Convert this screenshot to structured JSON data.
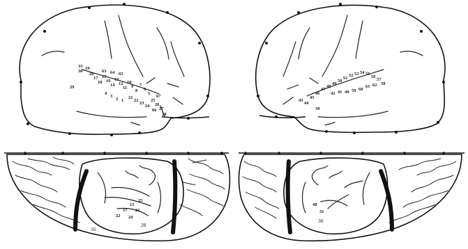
{
  "figure": {
    "top_left_labels": [
      "29",
      "33",
      "30",
      "19",
      "20",
      "17",
      "18",
      "15",
      "16",
      "14",
      "13",
      "12",
      "11",
      "10",
      "9",
      "8",
      "7",
      "6",
      "5",
      "4",
      "3",
      "2",
      "1",
      "21",
      "22",
      "23",
      "24",
      "25",
      "26",
      "27",
      "28",
      "63",
      "64",
      "65",
      "66",
      "67"
    ],
    "top_right_labels": [
      "43",
      "44",
      "45",
      "46",
      "47",
      "48",
      "49",
      "50",
      "51",
      "52",
      "53",
      "54",
      "55",
      "56",
      "57",
      "58",
      "59",
      "60",
      "61",
      "62",
      "42",
      "41",
      "40",
      "39"
    ],
    "bottom_left_labels": [
      "15",
      "17",
      "21",
      "22",
      "24",
      "25",
      "28",
      "16"
    ],
    "bottom_right_labels": [
      "48",
      "31",
      "30"
    ]
  }
}
